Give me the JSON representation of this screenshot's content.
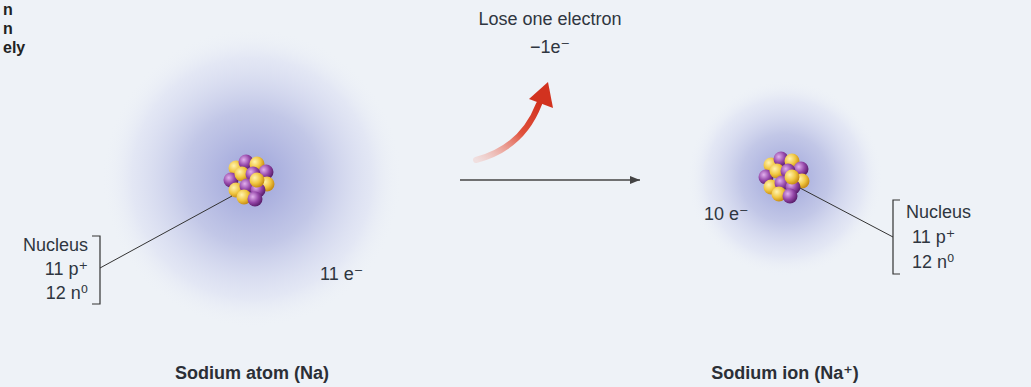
{
  "diagram": {
    "nodes": [
      {
        "text": [
          "11 e⁻",
          "Sodium atom (Na)"
        ]
      },
      {
        "text": [
          "10 e⁻",
          "Sodium ion (Na⁺)"
        ]
      }
    ],
    "edges": [
      {
        "from": 0,
        "to": 1,
        "arrow": "to"
      }
    ],
    "labels": [
      "n",
      "n",
      "ely",
      "Nucleus",
      "11 p⁺",
      "12 n⁰",
      "Lose one electron",
      "−1e⁻",
      "Nucleus",
      "11 p⁺",
      "12 n⁰"
    ]
  }
}
